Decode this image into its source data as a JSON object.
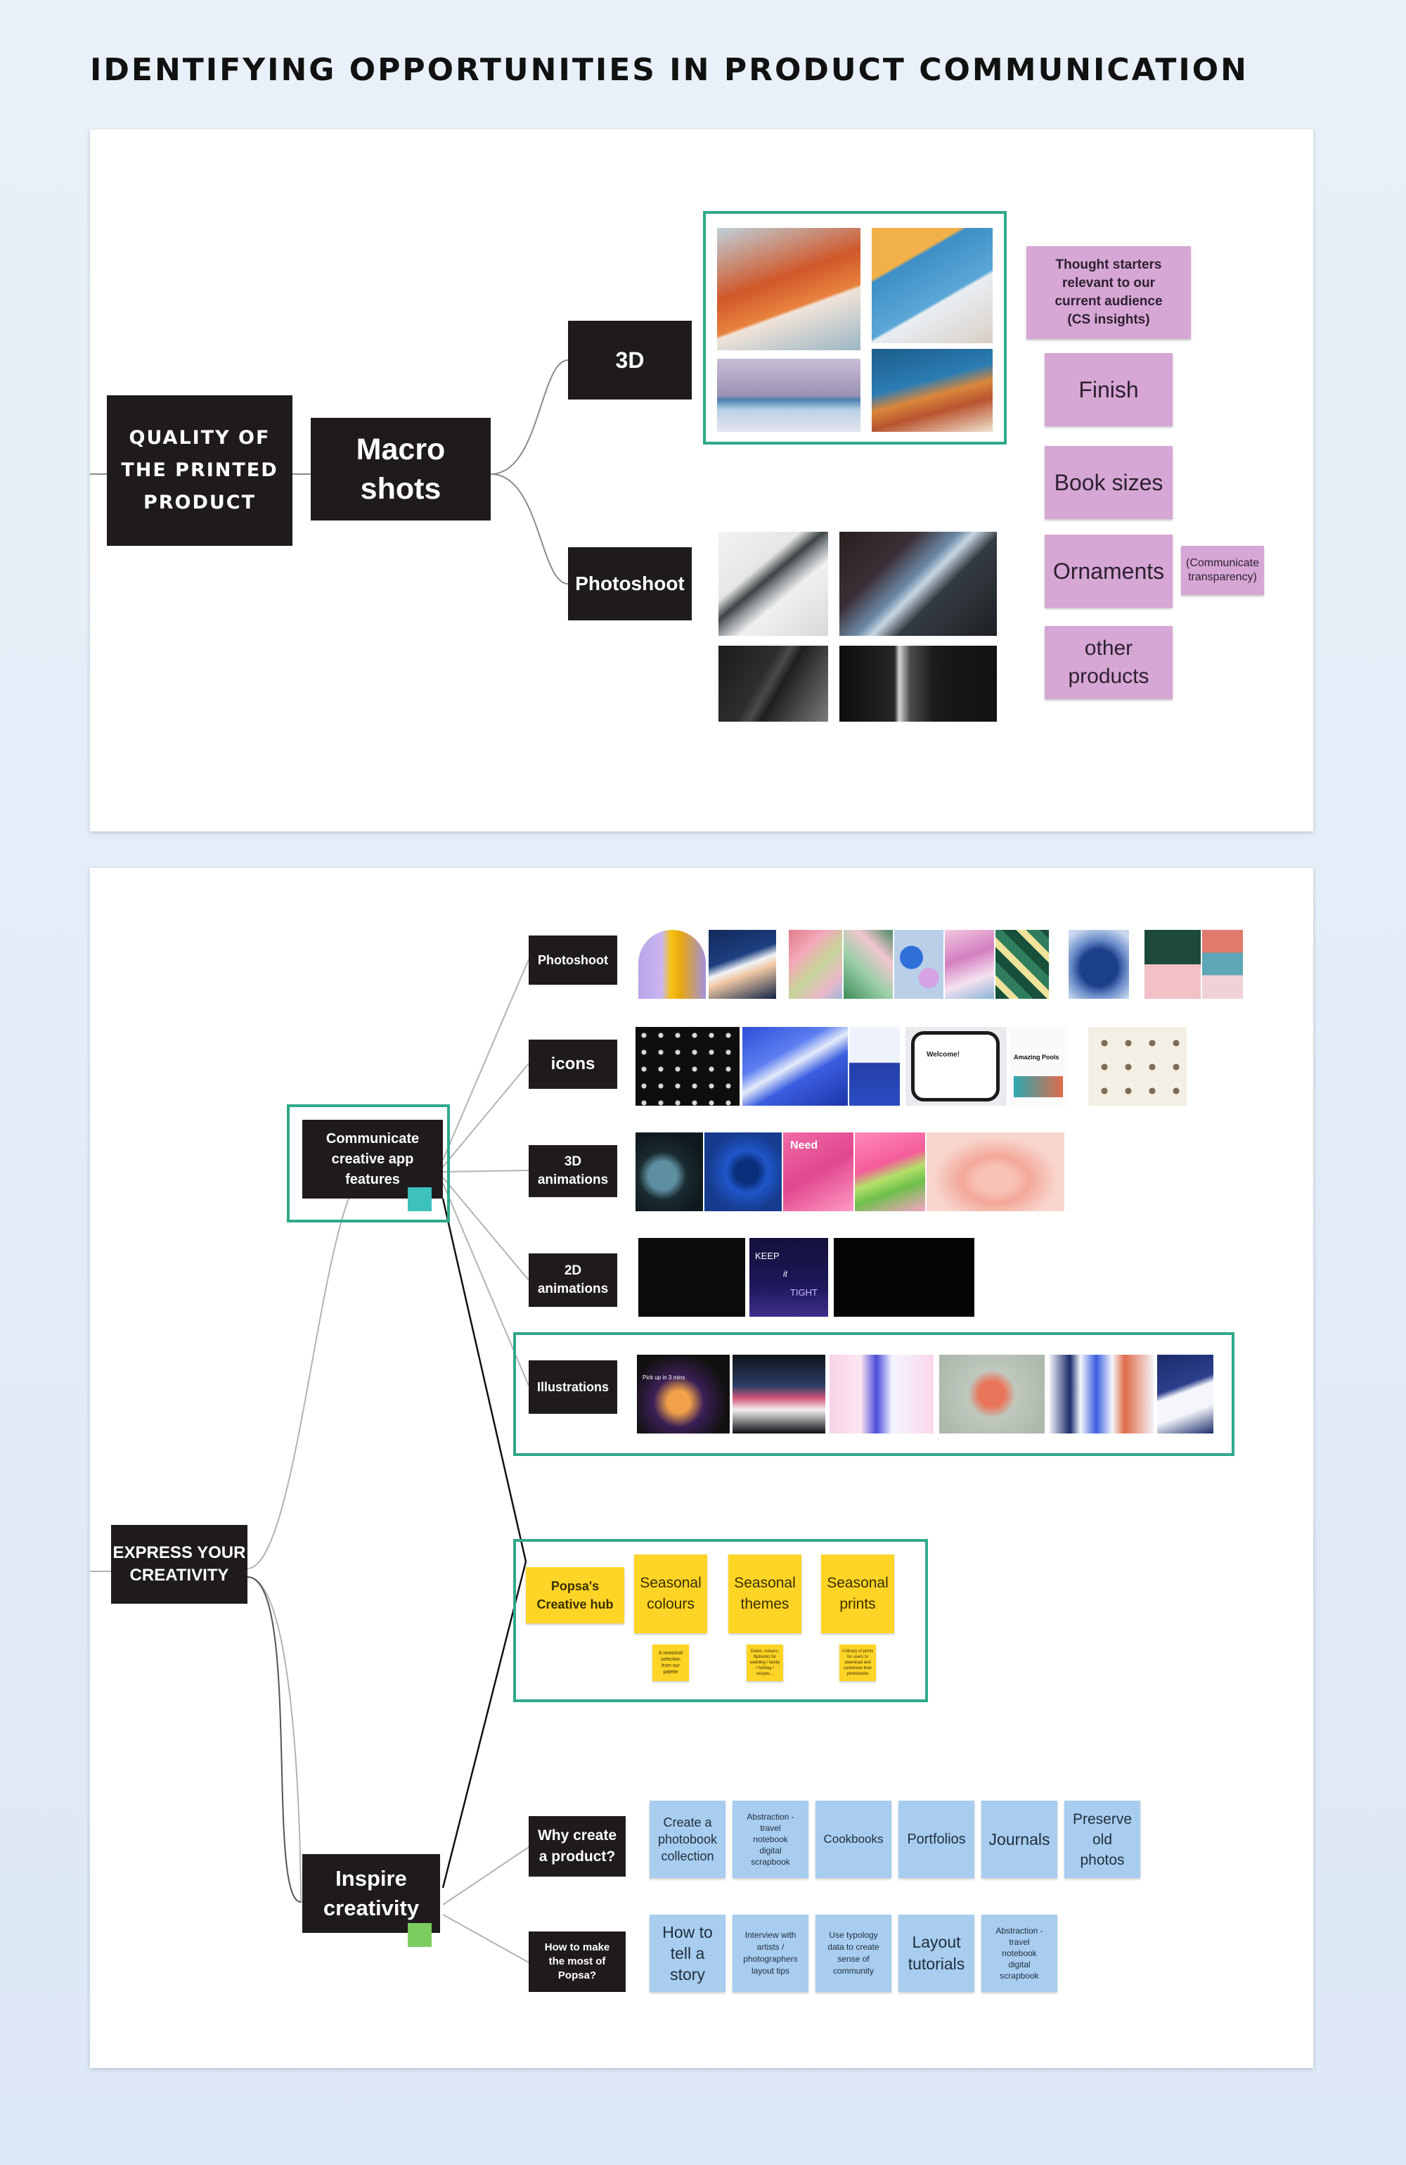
{
  "page_title": "IDENTIFYING OPPORTUNITIES IN PRODUCT COMMUNICATION",
  "colors": {
    "dark_node": "#1f1b1c",
    "frame_border": "#2fa98a",
    "pink_sticky": "#d6a7d4",
    "yellow_sticky": "#fed426",
    "blue_sticky": "#a8cdef",
    "teal_tag": "#3cc1bd",
    "green_tag": "#7ccd5f"
  },
  "board1": {
    "root": "QUALITY OF\nTHE PRINTED\nPRODUCT",
    "macro": "Macro\nshots",
    "branch_3d": "3D",
    "branch_photoshoot": "Photoshoot",
    "thought_starters": "Thought starters\nrelevant to our\ncurrent audience\n(CS insights)",
    "finish": "Finish",
    "book_sizes": "Book sizes",
    "ornaments": "Ornaments",
    "ornaments_note": "(Communicate\ntransparency)",
    "other_products": "other\nproducts"
  },
  "board2": {
    "root": "EXPRESS YOUR\nCREATIVITY",
    "communicate": "Communicate\ncreative app\nfeatures",
    "inspire": "Inspire\ncreativity",
    "photoshoot": "Photoshoot",
    "icons": "icons",
    "anim3d": "3D\nanimations",
    "anim2d": "2D\nanimations",
    "illustrations": "Illustrations",
    "hub": "Popsa's\nCreative hub",
    "seasonal_colours": "Seasonal\ncolours",
    "seasonal_themes": "Seasonal\nthemes",
    "seasonal_prints": "Seasonal\nprints",
    "note_colours": "A seasonal\nselection\nfrom our\npalette",
    "note_themes": "Dates, colours,\nflipbooks for\nwedding / family\n/ holiday /\nrecipes...",
    "note_prints": "A library of prints\nfor users to\ndownload and\ncustomise their\nphotobooks",
    "why_create": "Why create\na product?",
    "how_to_make": "How to make\nthe most of\nPopsa?",
    "why_items": [
      "Create a\nphotobook\ncollection",
      "Abstraction -\ntravel\nnotebook\ndigital\nscrapbook",
      "Cookbooks",
      "Portfolios",
      "Journals",
      "Preserve\nold\nphotos"
    ],
    "how_items": [
      "How to\ntell a\nstory",
      "Interview with\nartists /\nphotographers\nlayout tips",
      "Use typology\ndata to create\nsense of\ncommunity",
      "Layout\ntutorials",
      "Abstraction -\ntravel\nnotebook\ndigital\nscrapbook"
    ],
    "thumb_texts": {
      "need": "Need",
      "keep": "KEEP",
      "it": "it",
      "tight": "TIGHT",
      "amazing_pools": "Amazing Pools",
      "welcome": "Welcome!",
      "pick_up": "Pick up in 3 mins"
    }
  }
}
